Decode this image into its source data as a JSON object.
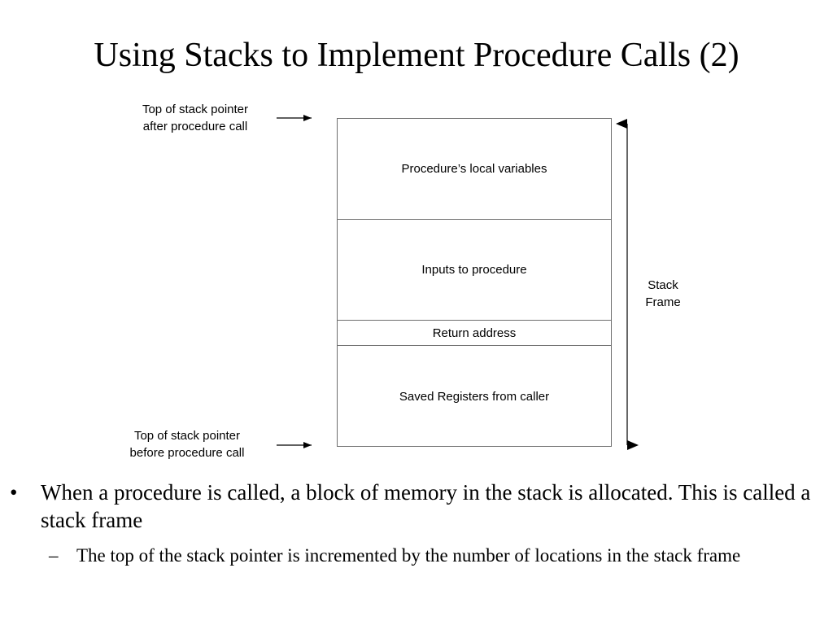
{
  "slide": {
    "title": "Using Stacks to Implement Procedure Calls (2)"
  },
  "diagram": {
    "pointer_after": [
      "Top of stack pointer",
      "after procedure call"
    ],
    "pointer_before": [
      "Top of stack pointer",
      "before procedure call"
    ],
    "cells": [
      "Procedure’s local variables",
      "Inputs to procedure",
      "Return address",
      "Saved Registers from caller"
    ],
    "frame_label": [
      "Stack",
      "Frame"
    ]
  },
  "bullets": {
    "main_marker": "•",
    "main": "When a procedure is called, a block of memory in the stack is allocated. This is called a stack frame",
    "sub_marker": "–",
    "sub": "The top of the stack pointer is incremented by the number of locations in the stack frame"
  }
}
